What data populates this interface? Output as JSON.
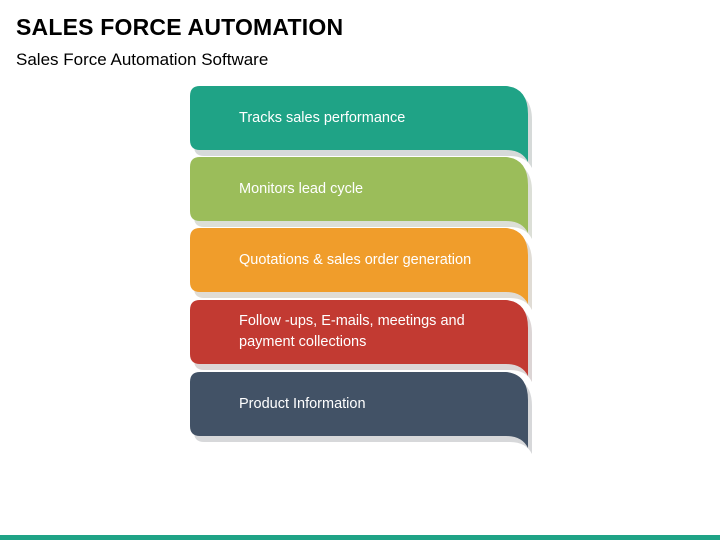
{
  "slide": {
    "title": "SALES FORCE AUTOMATION",
    "subtitle": "Sales Force Automation Software"
  },
  "banners": [
    {
      "label": "Tracks sales performance",
      "color": "#1fa386",
      "shadow": "#8a9591"
    },
    {
      "label": "Monitors lead cycle",
      "color": "#9bbd5a",
      "shadow": "#9aa48c"
    },
    {
      "label": "Quotations & sales order generation",
      "color": "#f09d2b",
      "shadow": "#a69a88"
    },
    {
      "label": "Follow -ups, E-mails, meetings and payment collections",
      "color": "#c23a32",
      "shadow": "#9b8886"
    },
    {
      "label": "Product Information",
      "color": "#425266",
      "shadow": "#8c9096"
    }
  ],
  "footer": {
    "color": "#1fa386"
  }
}
